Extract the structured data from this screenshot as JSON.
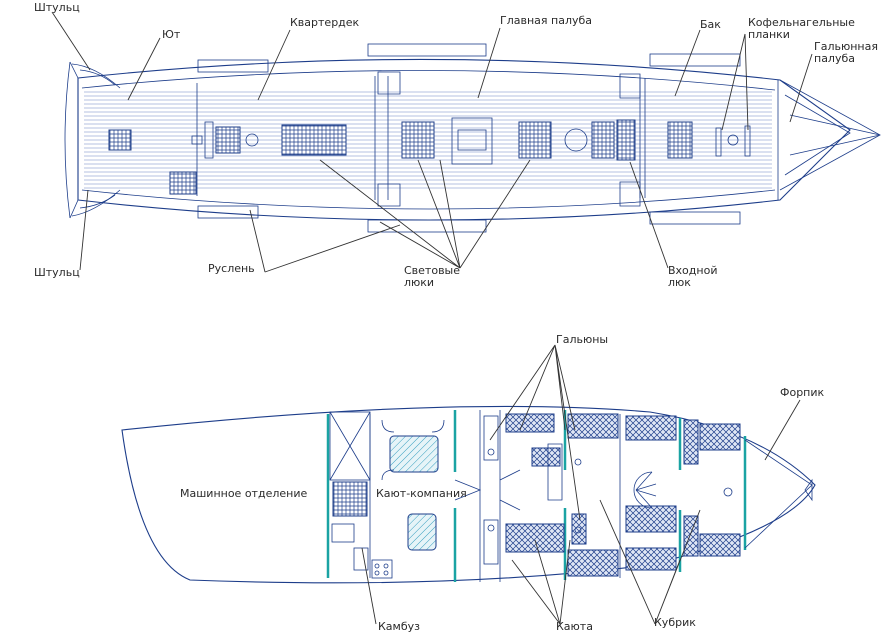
{
  "top_deck": {
    "labels": {
      "shtultz_top": "Штульц",
      "yut": "Ют",
      "kvarterdek": "Квартердек",
      "glavnaya": "Главная палуба",
      "bak": "Бак",
      "kofel_1": "Кофельнагельные",
      "kofel_2": "планки",
      "galyun_1": "Гальюнная",
      "galyun_2": "палуба",
      "shtultz_bottom": "Штульц",
      "ruslen": "Руслень",
      "svetovye_1": "Световые",
      "svetovye_2": "люки",
      "vhodnoy_1": "Входной",
      "vhodnoy_2": "люк"
    }
  },
  "lower_deck": {
    "labels": {
      "galyuny": "Гальюны",
      "forpik": "Форпик",
      "mashinnoe": "Машинное отделение",
      "kayut": "Кают-компания",
      "kambuz": "Камбуз",
      "kayuta": "Каюта",
      "kubrik": "Кубрик"
    }
  },
  "colors": {
    "line": "#1d3d8a",
    "bulkhead": "#1aa3a3",
    "text": "#2a2a2a"
  }
}
